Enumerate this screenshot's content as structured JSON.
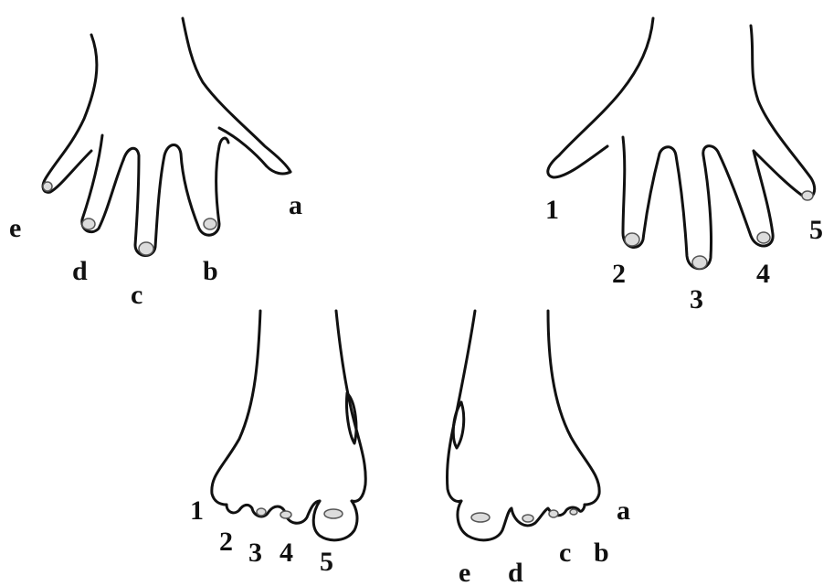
{
  "hand_left": {
    "labels": [
      "a",
      "b",
      "c",
      "d",
      "e"
    ]
  },
  "hand_right": {
    "labels": [
      "1",
      "2",
      "3",
      "4",
      "5"
    ]
  },
  "foot_left": {
    "labels": [
      "1",
      "2",
      "3",
      "4",
      "5"
    ]
  },
  "foot_right": {
    "labels": [
      "a",
      "b",
      "c",
      "d",
      "e"
    ]
  }
}
